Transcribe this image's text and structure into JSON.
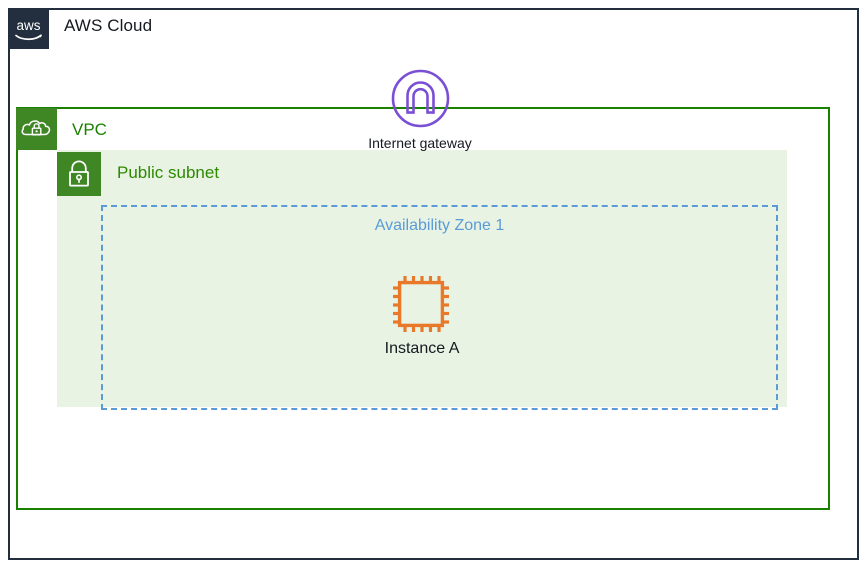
{
  "diagram": {
    "cloud": {
      "title": "AWS Cloud",
      "logo_icon": "aws-logo-icon",
      "border_color": "#232f3e",
      "logo_bg": "#232f3e"
    },
    "vpc": {
      "label": "VPC",
      "icon": "vpc-cloud-lock-icon",
      "border_color": "#1a8100",
      "icon_bg": "#3f8624",
      "label_color": "#1a8100"
    },
    "subnet": {
      "label": "Public subnet",
      "icon": "subnet-padlock-icon",
      "fill_color": "#e8f3e4",
      "icon_bg": "#3f8624",
      "label_color": "#2d8a00"
    },
    "availability_zone": {
      "label": "Availability Zone 1",
      "border_color": "#5b9bd5",
      "border_style": "dashed",
      "label_color": "#5b9bd5"
    },
    "internet_gateway": {
      "label": "Internet gateway",
      "icon": "internet-gateway-icon",
      "color": "#7b4fd4"
    },
    "instance": {
      "label": "Instance A",
      "icon": "ec2-instance-chip-icon",
      "color": "#e8792a"
    }
  }
}
